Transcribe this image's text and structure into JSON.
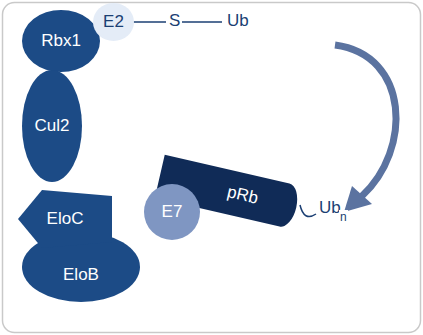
{
  "diagram": {
    "nodes": [
      {
        "text": [
          "Rbx1"
        ]
      },
      {
        "text": [
          "E2"
        ]
      },
      {
        "text": [
          "Cul2"
        ]
      },
      {
        "text": [
          "pRb"
        ]
      },
      {
        "text": [
          "E7"
        ]
      },
      {
        "text": [
          "EloC"
        ]
      },
      {
        "text": [
          "EloB"
        ]
      }
    ],
    "labels": [
      "S",
      "Ub",
      "Ub",
      "n"
    ]
  }
}
